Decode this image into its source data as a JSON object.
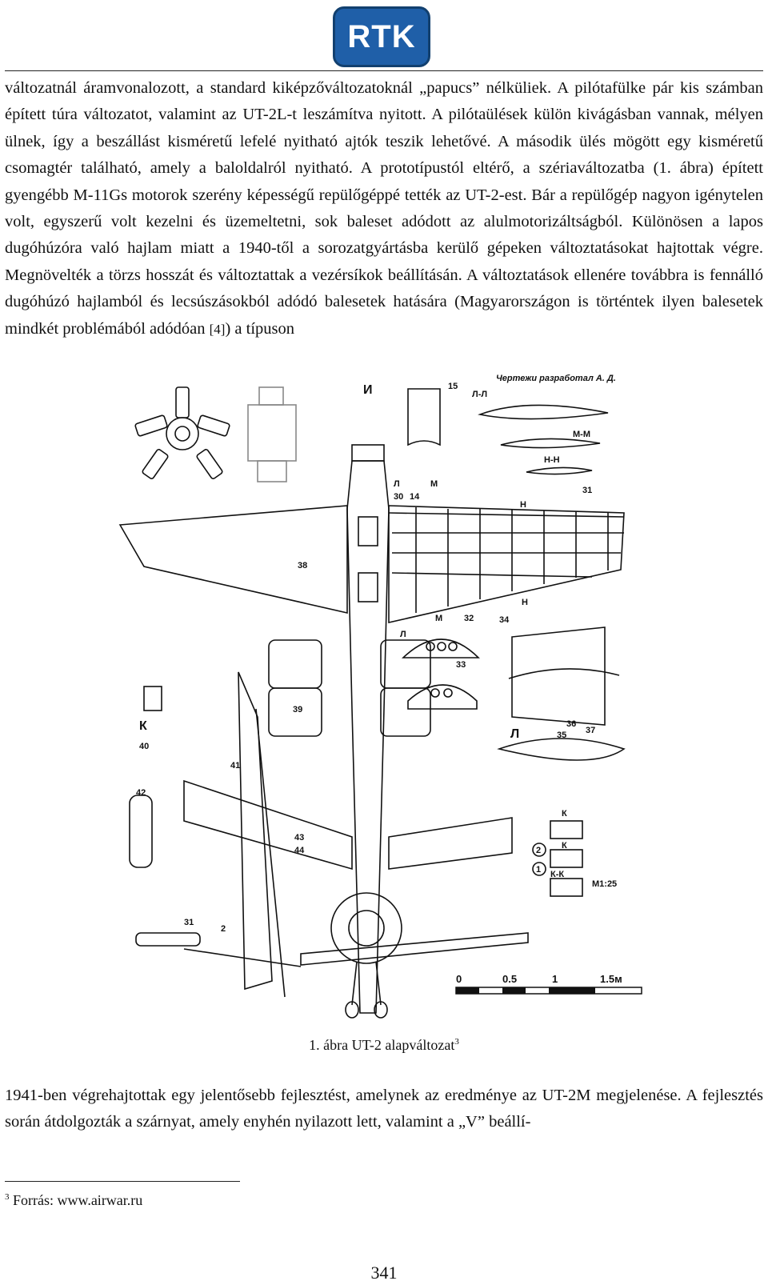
{
  "header": {
    "logo_text": "RTK"
  },
  "paragraphs": {
    "p1_text": "változatnál áramvonalozott, a standard kiképzőváltozatoknál „papucs” nélküliek. A pilótafülke pár kis számban épített túra változatot, valamint az UT-2L-t leszámítva nyitott. A pilótaülések külön kivágásban vannak, mélyen ülnek, így a beszállást kisméretű lefelé nyitható ajtók teszik lehetővé. A második ülés mögött egy kisméretű csomagtér található, amely a baloldalról nyitható. A prototípustól eltérő, a szériaváltozatba (1. ábra) épített gyengébb M-11Gs motorok szerény képességű repülőgéppé tették az UT-2-est. Bár a repülőgép nagyon igénytelen volt, egyszerű volt kezelni és üzemeltetni, sok baleset adódott az alulmotorizáltságból. Különösen a lapos dugóhúzóra való hajlam miatt a 1940-től a sorozatgyártásba kerülő gépeken változtatásokat hajtottak végre. Megnövelték a törzs hosszát és változtattak a vezérsíkok beállításán. A változtatások ellenére továbbra is fennálló dugóhúzó hajlamból és lecsúszásokból adódó balesetek hatására (Magyarországon is történtek ilyen balesetek mindkét problémából adódóan ",
    "p1_ref": "[4]",
    "p1_tail": ") a típuson",
    "p2_text": "1941-ben végrehajtottak egy jelentősebb fejlesztést, amelynek az eredménye az UT-2M megjelenése. A fejlesztés során átdolgozták a szárnyat, amely enyhén nyilazott lett, valamint a „V” beállí-"
  },
  "figure": {
    "credit": "Чертежи разработал А. Д.",
    "section_labels": [
      "И",
      "Л-Л",
      "М-М",
      "Н-Н",
      "Л",
      "М",
      "Н",
      "Н",
      "К",
      "Л",
      "К",
      "К",
      "К-К",
      "М",
      "Л",
      "М1:25"
    ],
    "numbers": [
      "15",
      "30",
      "14",
      "31",
      "38",
      "32",
      "34",
      "33",
      "39",
      "36",
      "35",
      "37",
      "40",
      "41",
      "42",
      "43",
      "44",
      "31",
      "2",
      "2",
      "1"
    ],
    "scale": {
      "ticks": [
        "0",
        "0.5",
        "1",
        "1.5м"
      ]
    },
    "caption_text": "1. ábra UT-2 alapváltozat",
    "caption_sup": "3"
  },
  "footnote": {
    "mark": "3",
    "text": " Forrás: www.airwar.ru"
  },
  "page_number": "341"
}
